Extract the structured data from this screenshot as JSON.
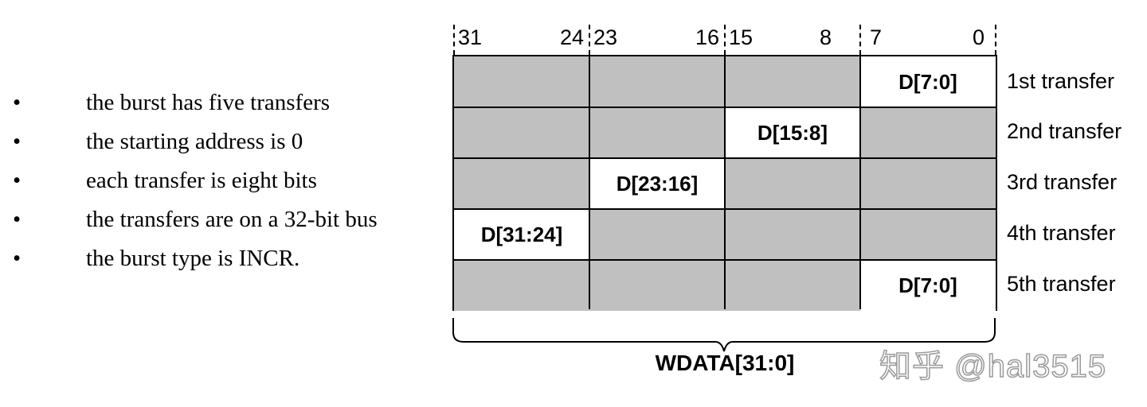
{
  "bullets": [
    {
      "marker": "•",
      "text": "the burst has five transfers"
    },
    {
      "marker": "•",
      "text": "the starting address is 0"
    },
    {
      "marker": "•",
      "text": "each transfer is eight bits"
    },
    {
      "marker": "•",
      "text": "the transfers are on a 32-bit bus"
    },
    {
      "marker": "•",
      "text": "the burst type is INCR."
    }
  ],
  "bit_labels": [
    "31",
    "24",
    "23",
    "16",
    "15",
    "8",
    "7",
    "0"
  ],
  "rows": [
    {
      "label": "1st transfer",
      "active_lane": 3,
      "data": "D[7:0]"
    },
    {
      "label": "2nd transfer",
      "active_lane": 2,
      "data": "D[15:8]"
    },
    {
      "label": "3rd transfer",
      "active_lane": 1,
      "data": "D[23:16]"
    },
    {
      "label": "4th transfer",
      "active_lane": 0,
      "data": "D[31:24]"
    },
    {
      "label": "5th transfer",
      "active_lane": 3,
      "data": "D[7:0]"
    }
  ],
  "bus_label": "WDATA[31:0]",
  "watermark": "知乎 @hal3515",
  "colors": {
    "inactive_lane": "#c0c0c0",
    "active_lane": "#ffffff",
    "line": "#000000"
  }
}
